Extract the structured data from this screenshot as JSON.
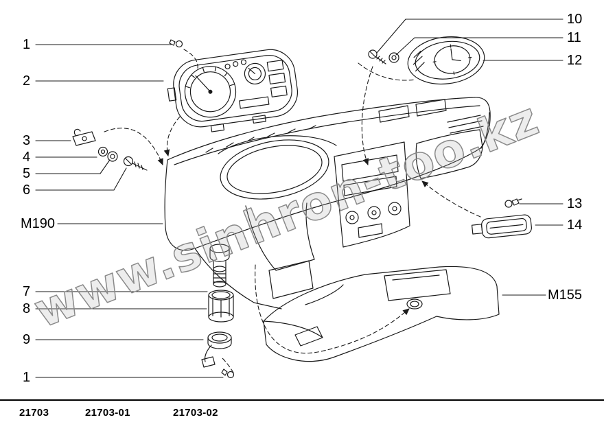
{
  "watermark": {
    "text": "www.sinhron-too.kz",
    "color": "#8a8a8a"
  },
  "callouts": {
    "c1_top": "1",
    "c2": "2",
    "c3": "3",
    "c4": "4",
    "c5": "5",
    "c6": "6",
    "m190": "M190",
    "c7": "7",
    "c8": "8",
    "c9": "9",
    "c1_bottom": "1",
    "c10": "10",
    "c11": "11",
    "c12": "12",
    "c13": "13",
    "c14": "14",
    "m155": "M155"
  },
  "footer": {
    "codes": [
      "21703",
      "21703-01",
      "21703-02"
    ]
  },
  "colors": {
    "line": "#1a1a1a",
    "background": "#ffffff"
  }
}
